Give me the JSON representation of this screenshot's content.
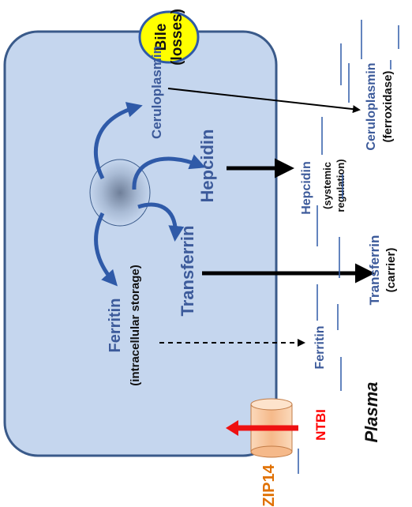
{
  "labels": {
    "bile_line1": "Bile",
    "bile_line2": "(losses)",
    "ceruloplasmin_cell": "Ceruloplasmin",
    "hepcidin_cell": "Hepcidin",
    "transferrin_cell": "Transferrin",
    "ferritin_cell": "Ferritin",
    "ferritin_storage": "(intracellular storage)",
    "zip14": "ZIP14",
    "ntbi": "NTBI",
    "plasma": "Plasma",
    "ferritin_plasma": "Ferritin",
    "transferrin_plasma": "Transferrin",
    "transferrin_carrier": "(carrier)",
    "hepcidin_plasma": "Hepcidin",
    "hepcidin_systemic1": "(systemic",
    "hepcidin_systemic2": "regulation)",
    "ceruloplasmin_plasma": "Ceruloplasmin",
    "ceruloplasmin_role": "(ferroxidase)"
  },
  "colors": {
    "cell_fill": "#c5d6ee",
    "cell_stroke": "#3a5a8a",
    "label_blue": "#3c5a9a",
    "arrow_blue": "#2f5aa8",
    "bile_fill": "#ffff00",
    "bile_stroke": "#2f5aa8",
    "zip14_text": "#e07000",
    "ntbi_text": "#ff0000",
    "channel_fill": "#f8c69a",
    "red_arrow": "#ee1111",
    "line_blue": "#2f5aa8"
  }
}
